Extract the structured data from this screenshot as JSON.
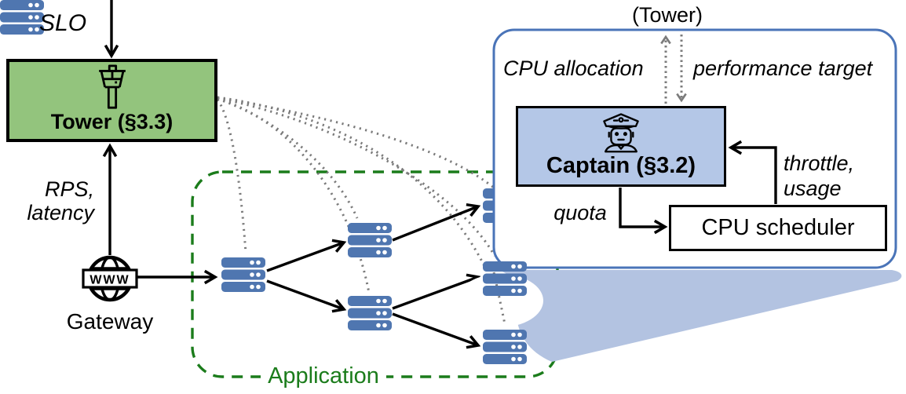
{
  "figure": {
    "tower": {
      "label": "Tower (§3.3)",
      "slo_label": "SLO",
      "rps_latency_label": "RPS,\nlatency",
      "icon": "control-tower-icon"
    },
    "gateway": {
      "label": "Gateway",
      "banner": "WWW",
      "icon": "globe-www-icon"
    },
    "application": {
      "label": "Application",
      "server_icon": "server-icon",
      "server_count": 6
    },
    "panel": {
      "tower_ref": "(Tower)",
      "cpu_allocation": "CPU allocation",
      "performance_target": "performance target",
      "captain_label": "Captain (§3.2)",
      "captain_icon": "captain-icon",
      "quota": "quota",
      "throttle_usage": "throttle,\nusage",
      "cpu_scheduler": "CPU scheduler"
    },
    "colors": {
      "tower_fill": "#93c47d",
      "application_green": "#1b7c1b",
      "server_blue": "#4f76b0",
      "panel_border_blue": "#4a74b8",
      "captain_fill": "#b4c7e7",
      "callout_wedge_fill": "#b3c3e1",
      "dotted_gray": "#7b7b7b",
      "line_black": "#000000"
    }
  }
}
